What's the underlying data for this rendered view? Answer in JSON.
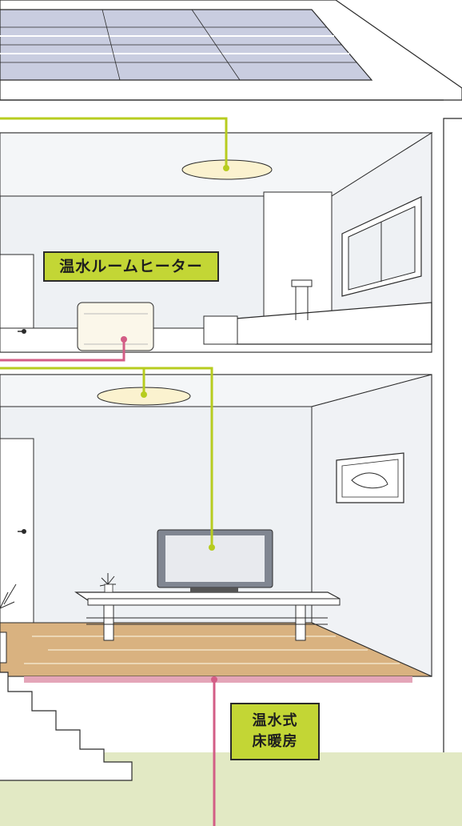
{
  "labels": {
    "room_heater": "温水ルームヒーター",
    "floor_heating_line1": "温水式",
    "floor_heating_line2": "床暖房"
  },
  "colors": {
    "electric_line": "#b7cc1f",
    "hot_water_line": "#d35d86",
    "label_fill": "#c3d635",
    "room_wall": "#eef1f4",
    "wood_floor": "#d9b280",
    "ground": "#e2e9c4",
    "solar_panel": "#c9cde0"
  },
  "icons": [
    "solar-panel-icon",
    "ceiling-light-icon",
    "room-heater-icon",
    "television-icon",
    "sofa-icon",
    "potted-plant-icon",
    "wall-picture-icon",
    "door-icon",
    "window-icon",
    "stairs-icon"
  ]
}
